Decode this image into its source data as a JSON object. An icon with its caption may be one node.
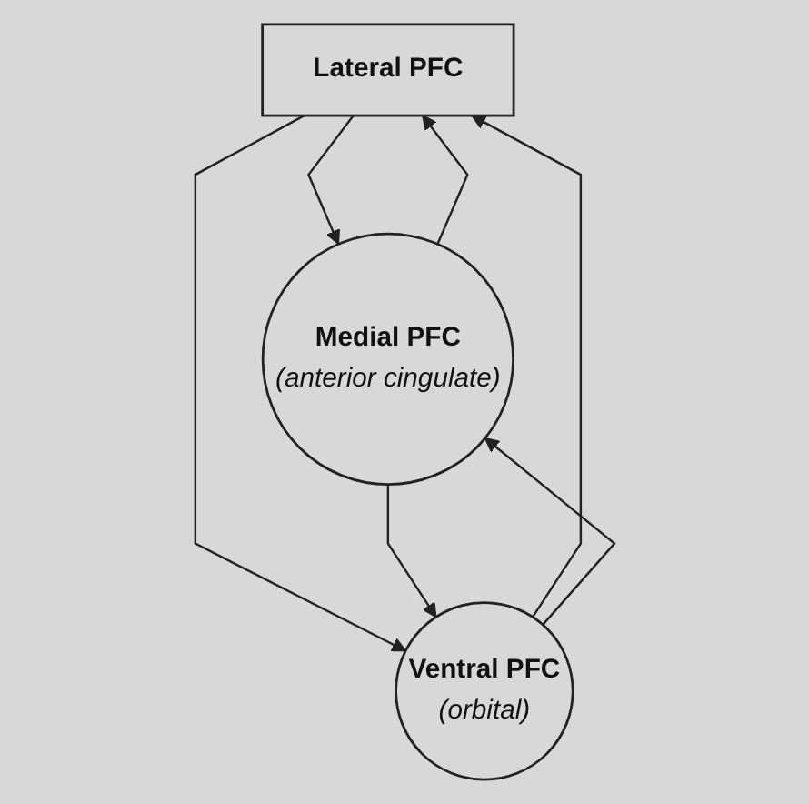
{
  "diagram": {
    "nodes": [
      {
        "text": [
          "Lateral PFC"
        ]
      },
      {
        "text": [
          "Medial PFC",
          "(anterior cingulate)"
        ]
      },
      {
        "text": [
          "Ventral PFC",
          "(orbital)"
        ]
      }
    ],
    "edges": [
      {
        "from": 0,
        "to": 1,
        "arrow": "to"
      },
      {
        "from": 1,
        "to": 0,
        "arrow": "to"
      },
      {
        "from": 0,
        "to": 2,
        "arrow": "to"
      },
      {
        "from": 2,
        "to": 0,
        "arrow": "to"
      },
      {
        "from": 2,
        "to": 1,
        "arrow": "to"
      },
      {
        "from": 1,
        "to": 2,
        "arrow": "to"
      }
    ]
  }
}
